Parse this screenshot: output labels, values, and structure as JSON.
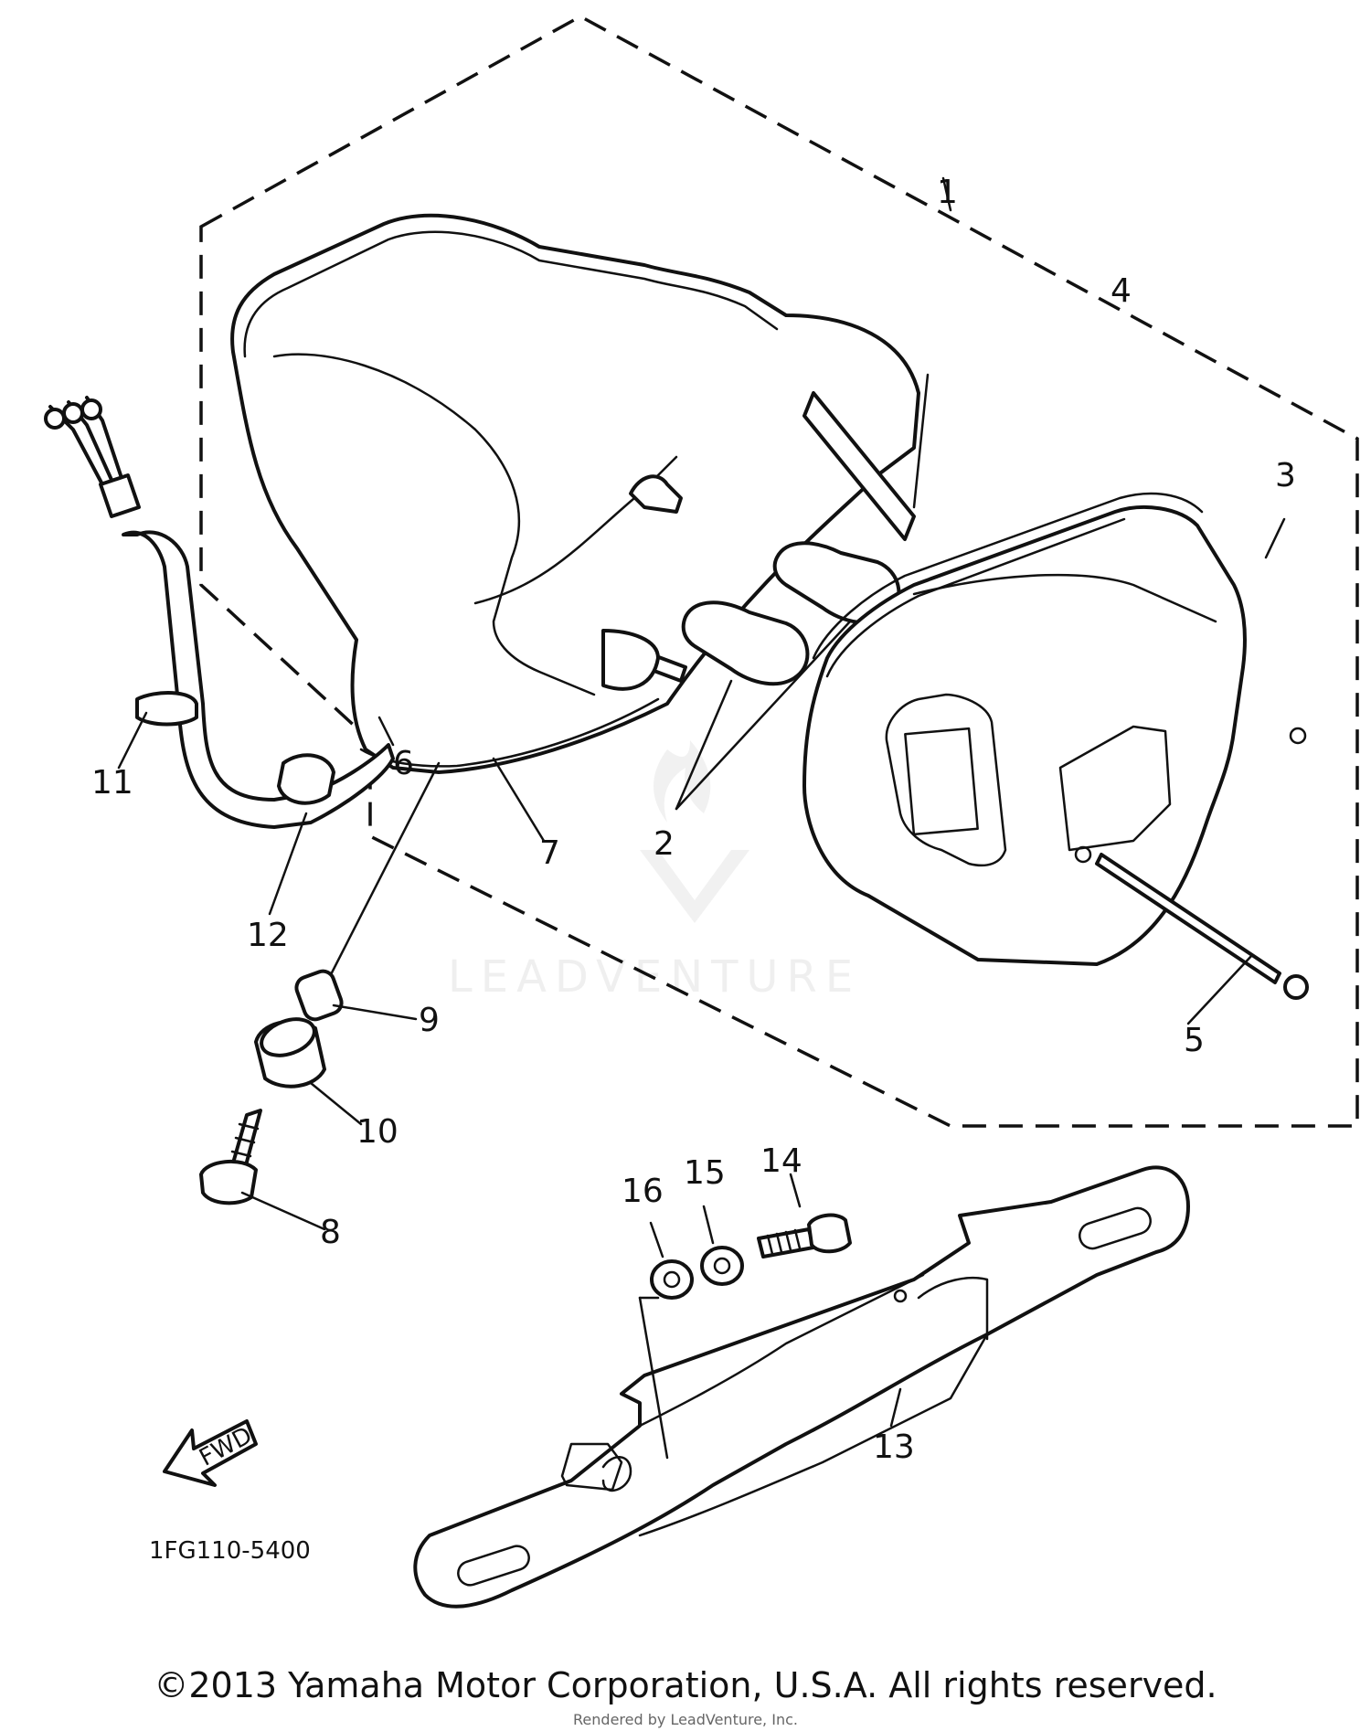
{
  "callouts": [
    "1",
    "2",
    "3",
    "4",
    "5",
    "6",
    "7",
    "8",
    "9",
    "10",
    "11",
    "12",
    "13",
    "14",
    "15",
    "16"
  ],
  "diagram_code": "1FG110-5400",
  "fwd_arrow_label": "FWD",
  "watermark": "LEADVENTURE",
  "copyright": "©2013 Yamaha Motor Corporation, U.S.A. All rights reserved.",
  "rendered_by": "Rendered by LeadVenture, Inc."
}
